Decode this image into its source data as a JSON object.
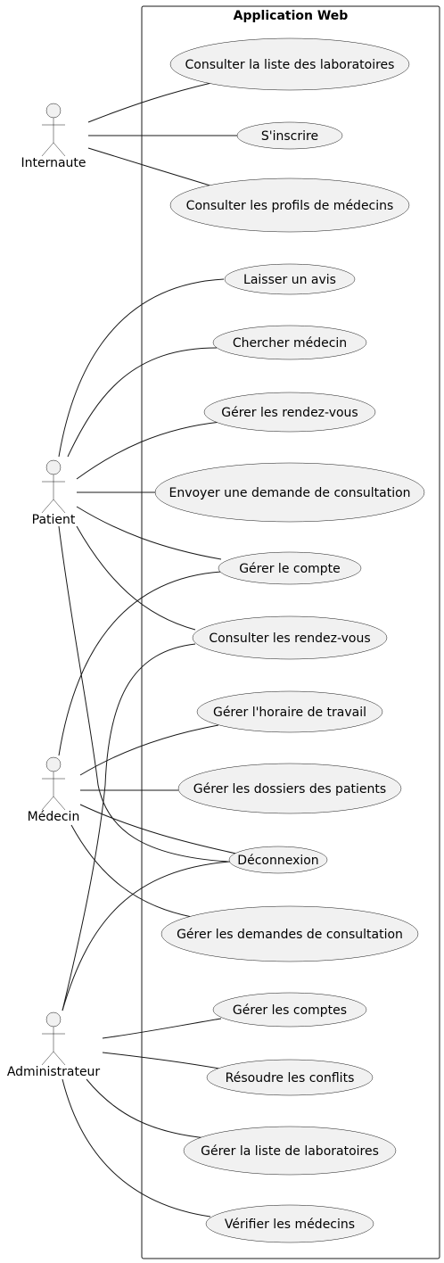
{
  "system": {
    "title": "Application Web"
  },
  "actors": [
    {
      "id": "internaute",
      "label": "Internaute"
    },
    {
      "id": "patient",
      "label": "Patient"
    },
    {
      "id": "medecin",
      "label": "Médecin"
    },
    {
      "id": "admin",
      "label": "Administrateur"
    }
  ],
  "use_cases": [
    {
      "id": "uc1",
      "label": "Consulter la liste des laboratoires"
    },
    {
      "id": "uc2",
      "label": "S'inscrire"
    },
    {
      "id": "uc3",
      "label": "Consulter les profils de médecins"
    },
    {
      "id": "uc4",
      "label": "Laisser un avis"
    },
    {
      "id": "uc5",
      "label": "Chercher médecin"
    },
    {
      "id": "uc6",
      "label": "Gérer les rendez-vous"
    },
    {
      "id": "uc7",
      "label": "Envoyer une demande de consultation"
    },
    {
      "id": "uc8",
      "label": "Gérer le compte"
    },
    {
      "id": "uc9",
      "label": "Consulter les rendez-vous"
    },
    {
      "id": "uc10",
      "label": "Gérer l'horaire de travail"
    },
    {
      "id": "uc11",
      "label": "Gérer les dossiers des patients"
    },
    {
      "id": "uc12",
      "label": "Déconnexion"
    },
    {
      "id": "uc13",
      "label": "Gérer les demandes de consultation"
    },
    {
      "id": "uc14",
      "label": "Gérer les comptes"
    },
    {
      "id": "uc15",
      "label": "Résoudre les conflits"
    },
    {
      "id": "uc16",
      "label": "Gérer la liste de laboratoires"
    },
    {
      "id": "uc17",
      "label": "Vérifier les médecins"
    }
  ],
  "associations": [
    [
      "internaute",
      "uc1"
    ],
    [
      "internaute",
      "uc2"
    ],
    [
      "internaute",
      "uc3"
    ],
    [
      "patient",
      "uc4"
    ],
    [
      "patient",
      "uc5"
    ],
    [
      "patient",
      "uc6"
    ],
    [
      "patient",
      "uc7"
    ],
    [
      "patient",
      "uc8"
    ],
    [
      "patient",
      "uc9"
    ],
    [
      "patient",
      "uc12"
    ],
    [
      "medecin",
      "uc8"
    ],
    [
      "medecin",
      "uc10"
    ],
    [
      "medecin",
      "uc11"
    ],
    [
      "medecin",
      "uc12"
    ],
    [
      "medecin",
      "uc13"
    ],
    [
      "admin",
      "uc9"
    ],
    [
      "admin",
      "uc12"
    ],
    [
      "admin",
      "uc14"
    ],
    [
      "admin",
      "uc15"
    ],
    [
      "admin",
      "uc16"
    ],
    [
      "admin",
      "uc17"
    ]
  ]
}
